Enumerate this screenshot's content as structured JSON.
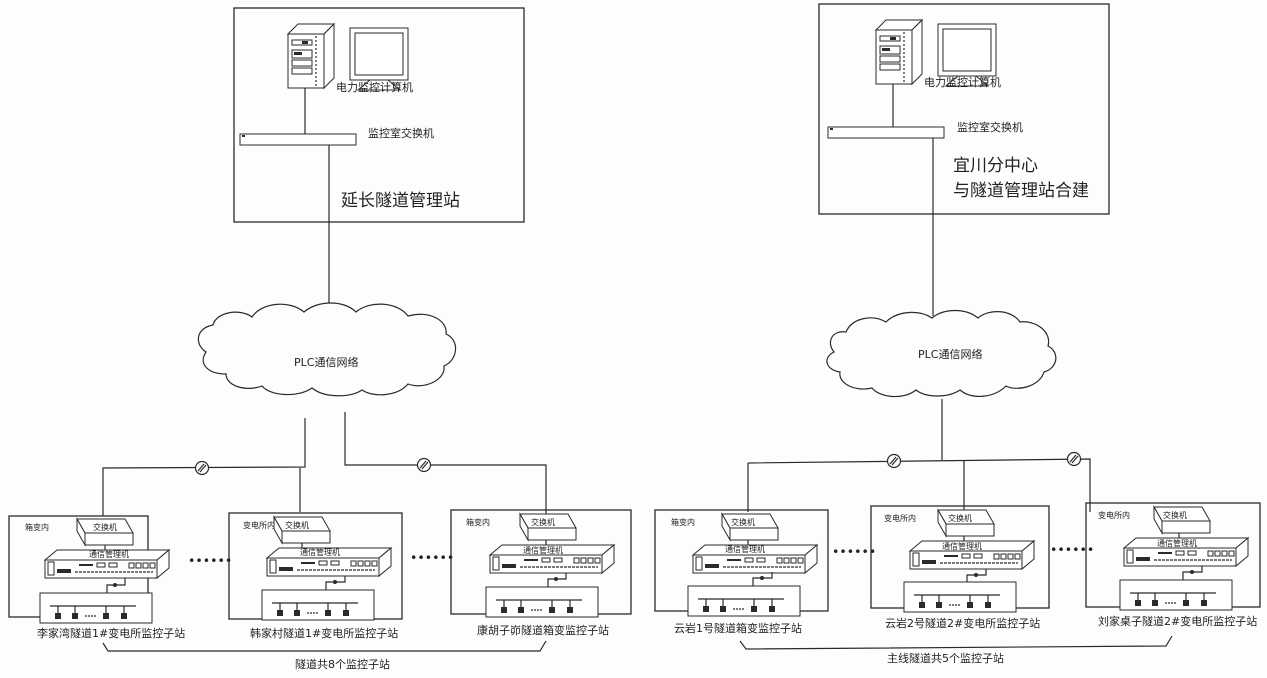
{
  "diagram": {
    "left_system": {
      "station": {
        "title": "延长隧道管理站",
        "computer_label": "电力监控计算机",
        "switch_label": "监控室交换机"
      },
      "network": {
        "label": "PLC通信网络"
      },
      "substations": [
        {
          "location": "箱变内",
          "switch_label": "交换机",
          "manager_label": "通信管理机",
          "name": "李家湾隧道1#变电所监控子站"
        },
        {
          "location": "变电所内",
          "switch_label": "交换机",
          "manager_label": "通信管理机",
          "name": "韩家村隧道1#变电所监控子站"
        },
        {
          "location": "箱变内",
          "switch_label": "交换机",
          "manager_label": "通信管理机",
          "name": "康胡子峁隧道箱变监控子站"
        }
      ],
      "ellipsis": "••••••",
      "summary": "隧道共8个监控子站"
    },
    "right_system": {
      "station": {
        "title_line1": "宜川分中心",
        "title_line2": "与隧道管理站合建",
        "computer_label": "电力监控计算机",
        "switch_label": "监控室交换机"
      },
      "network": {
        "label": "PLC通信网络"
      },
      "substations": [
        {
          "location": "箱变内",
          "switch_label": "交换机",
          "manager_label": "通信管理机",
          "name": "云岩1号隧道箱变监控子站"
        },
        {
          "location": "变电所内",
          "switch_label": "交换机",
          "manager_label": "通信管理机",
          "name": "云岩2号隧道2#变电所监控子站"
        },
        {
          "location": "变电所内",
          "switch_label": "交换机",
          "manager_label": "通信管理机",
          "name": "刘家桌子隧道2#变电所监控子站"
        }
      ],
      "ellipsis": "••••••",
      "summary": "主线隧道共5个监控子站"
    }
  }
}
